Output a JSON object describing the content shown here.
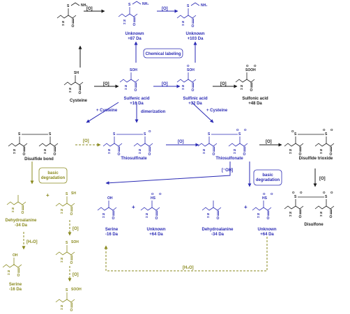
{
  "colors": {
    "black": "#1a1a1a",
    "blue": "#2a2ab4",
    "olive": "#8a8a1e"
  },
  "ox": "[O]",
  "ox_hydroxide": "[⁻OH]",
  "water": "[H₂O]",
  "structure_atoms": {
    "S": "S",
    "SH": "SH",
    "SOH": "SOH",
    "SOOH": "SOOH",
    "OH": "OH",
    "HS": "HS",
    "O": "O",
    "NH2": "NH₂",
    "N": "N",
    "H": "H"
  },
  "boxes": {
    "chemical_labeling": "Chemical labeling",
    "basic_degradation": "basic\ndegradation"
  },
  "arrows": {
    "plus_cysteine": "+ Cysteine",
    "dimerization": "dimerization"
  },
  "species": {
    "cysteine": "Cysteine",
    "sulfenic": [
      "Sulfenic acid",
      "+16 Da"
    ],
    "sulfinic": [
      "Sulfinic acid",
      "+32 Da"
    ],
    "sulfonic": [
      "Sulfonic acid",
      "+48 Da"
    ],
    "unknown87": [
      "Unknown",
      "+87 Da"
    ],
    "unknown103": [
      "Unknown",
      "+103 Da"
    ],
    "disulfide": "Disulfide bond",
    "thiosulfinate": "Thiosulfinate",
    "thiosulfonate": "Thiosulfonate",
    "disulfide_trioxide": "Disulfide trioxide",
    "disulfone": "Disulfone",
    "serine": [
      "Serine",
      "-16 Da"
    ],
    "unknown64": [
      "Unknown",
      "+64 Da"
    ],
    "dehydroalanine": [
      "Dehydroalanine",
      "-34 Da"
    ]
  },
  "plus": "+"
}
